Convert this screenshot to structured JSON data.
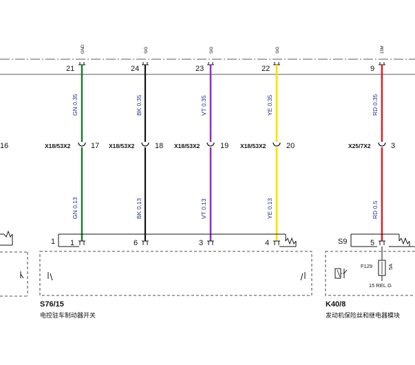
{
  "colors": {
    "green": "#1a7a2e",
    "black": "#111111",
    "violet": "#8e2fbf",
    "yellow": "#f2e600",
    "red": "#e01b1b",
    "label": "#1f2f8a"
  },
  "left_partial_pin": "16",
  "wires": [
    {
      "id": "w1",
      "color_key": "green",
      "signal": "GND",
      "top_pin": "21",
      "upper_label": "GN 0.35",
      "connector": "X18/53X2",
      "connector_pin": "17",
      "lower_label": "GN 0.13",
      "bottom_pin": "1"
    },
    {
      "id": "w2",
      "color_key": "black",
      "signal": "SIG",
      "top_pin": "24",
      "upper_label": "BK 0.35",
      "connector": "X18/53X2",
      "connector_pin": "18",
      "lower_label": "BK 0.13",
      "bottom_pin": "6"
    },
    {
      "id": "w3",
      "color_key": "violet",
      "signal": "SIG",
      "top_pin": "23",
      "upper_label": "VT 0.35",
      "connector": "X18/53X2",
      "connector_pin": "19",
      "lower_label": "VT 0.13",
      "bottom_pin": "3"
    },
    {
      "id": "w4",
      "color_key": "yellow",
      "signal": "SIG",
      "top_pin": "22",
      "upper_label": "YE 0.35",
      "connector": "X18/53X2",
      "connector_pin": "20",
      "lower_label": "YE 0.13",
      "bottom_pin": "4"
    },
    {
      "id": "w5",
      "color_key": "red",
      "signal": "15M",
      "top_pin": "9",
      "upper_label": "RD 0.35",
      "connector": "X25/7X2",
      "connector_pin": "3",
      "lower_label": "RD 0.5",
      "bottom_pin": "5"
    }
  ],
  "components": [
    {
      "id": "S76/15",
      "description": "电控驻车制动器开关",
      "side_pin": "1"
    },
    {
      "id": "K40/8",
      "description": "发动机保险丝和继电器模块",
      "side_pin": "S9"
    }
  ],
  "fuse": {
    "name": "F129",
    "rating": "5A",
    "relay": "15 REL.G"
  }
}
